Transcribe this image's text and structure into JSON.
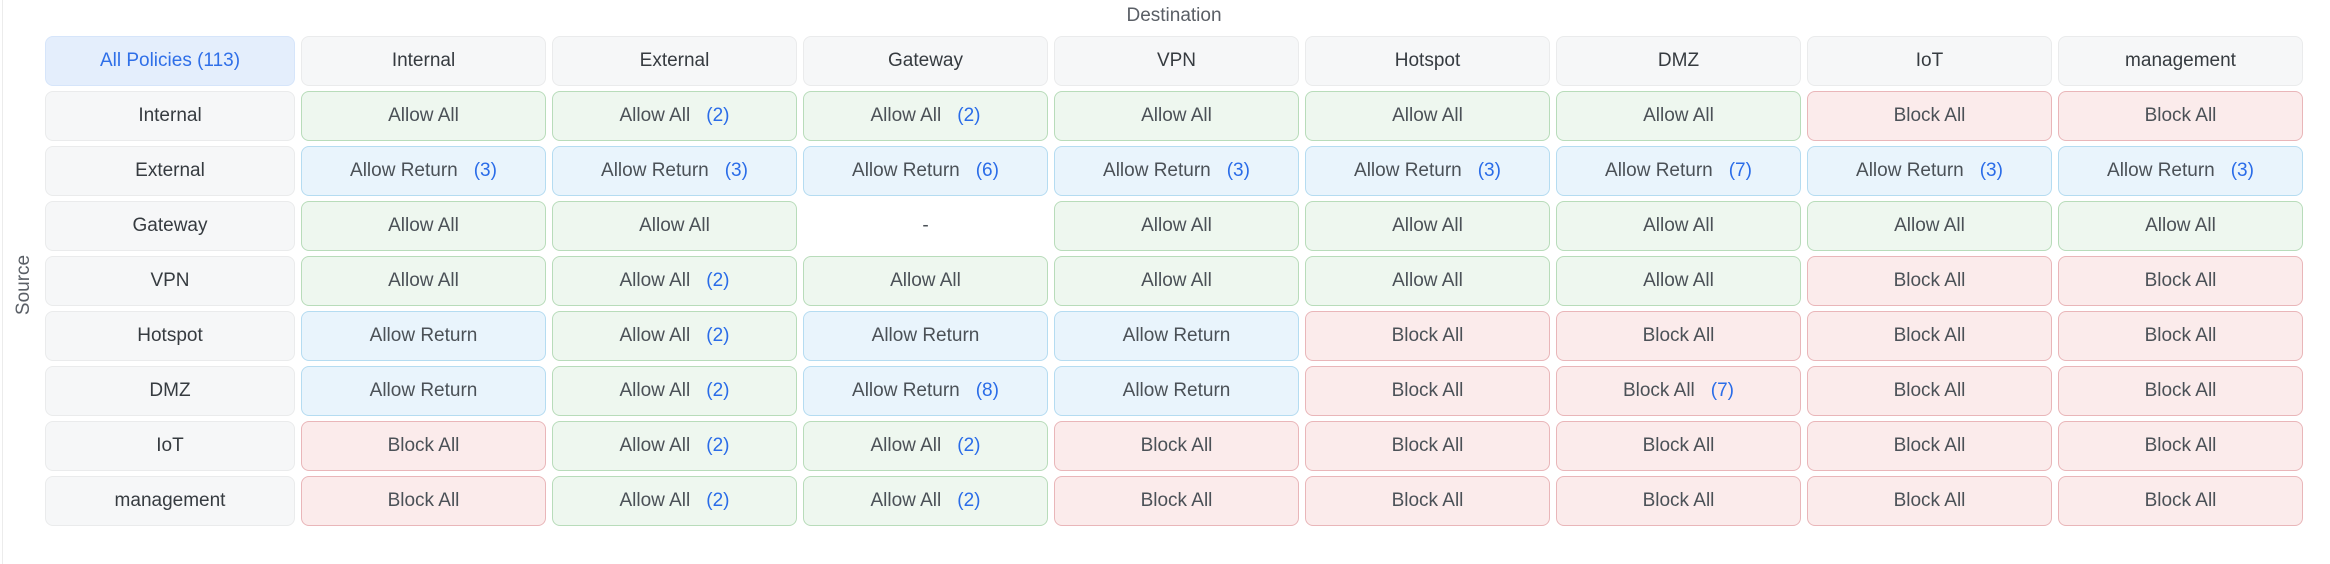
{
  "page": {
    "destination_axis_label": "Destination",
    "source_axis_label": "Source"
  },
  "matrix": {
    "corner": {
      "label": "All Policies (113)"
    },
    "columns": [
      "Internal",
      "External",
      "Gateway",
      "VPN",
      "Hotspot",
      "DMZ",
      "IoT",
      "management"
    ],
    "rows": [
      {
        "source": "Internal",
        "cells": [
          {
            "label": "Allow All",
            "type": "allow",
            "count": ""
          },
          {
            "label": "Allow All",
            "type": "allow",
            "count": "(2)"
          },
          {
            "label": "Allow All",
            "type": "allow",
            "count": "(2)"
          },
          {
            "label": "Allow All",
            "type": "allow",
            "count": ""
          },
          {
            "label": "Allow All",
            "type": "allow",
            "count": ""
          },
          {
            "label": "Allow All",
            "type": "allow",
            "count": ""
          },
          {
            "label": "Block All",
            "type": "block",
            "count": ""
          },
          {
            "label": "Block All",
            "type": "block",
            "count": ""
          }
        ]
      },
      {
        "source": "External",
        "cells": [
          {
            "label": "Allow Return",
            "type": "return",
            "count": "(3)"
          },
          {
            "label": "Allow Return",
            "type": "return",
            "count": "(3)"
          },
          {
            "label": "Allow Return",
            "type": "return",
            "count": "(6)"
          },
          {
            "label": "Allow Return",
            "type": "return",
            "count": "(3)"
          },
          {
            "label": "Allow Return",
            "type": "return",
            "count": "(3)"
          },
          {
            "label": "Allow Return",
            "type": "return",
            "count": "(7)"
          },
          {
            "label": "Allow Return",
            "type": "return",
            "count": "(3)"
          },
          {
            "label": "Allow Return",
            "type": "return",
            "count": "(3)"
          }
        ]
      },
      {
        "source": "Gateway",
        "cells": [
          {
            "label": "Allow All",
            "type": "allow",
            "count": ""
          },
          {
            "label": "Allow All",
            "type": "allow",
            "count": ""
          },
          {
            "label": "-",
            "type": "none",
            "count": ""
          },
          {
            "label": "Allow All",
            "type": "allow",
            "count": ""
          },
          {
            "label": "Allow All",
            "type": "allow",
            "count": ""
          },
          {
            "label": "Allow All",
            "type": "allow",
            "count": ""
          },
          {
            "label": "Allow All",
            "type": "allow",
            "count": ""
          },
          {
            "label": "Allow All",
            "type": "allow",
            "count": ""
          }
        ]
      },
      {
        "source": "VPN",
        "cells": [
          {
            "label": "Allow All",
            "type": "allow",
            "count": ""
          },
          {
            "label": "Allow All",
            "type": "allow",
            "count": "(2)"
          },
          {
            "label": "Allow All",
            "type": "allow",
            "count": ""
          },
          {
            "label": "Allow All",
            "type": "allow",
            "count": ""
          },
          {
            "label": "Allow All",
            "type": "allow",
            "count": ""
          },
          {
            "label": "Allow All",
            "type": "allow",
            "count": ""
          },
          {
            "label": "Block All",
            "type": "block",
            "count": ""
          },
          {
            "label": "Block All",
            "type": "block",
            "count": ""
          }
        ]
      },
      {
        "source": "Hotspot",
        "cells": [
          {
            "label": "Allow Return",
            "type": "return",
            "count": ""
          },
          {
            "label": "Allow All",
            "type": "allow",
            "count": "(2)"
          },
          {
            "label": "Allow Return",
            "type": "return",
            "count": ""
          },
          {
            "label": "Allow Return",
            "type": "return",
            "count": ""
          },
          {
            "label": "Block All",
            "type": "block",
            "count": ""
          },
          {
            "label": "Block All",
            "type": "block",
            "count": ""
          },
          {
            "label": "Block All",
            "type": "block",
            "count": ""
          },
          {
            "label": "Block All",
            "type": "block",
            "count": ""
          }
        ]
      },
      {
        "source": "DMZ",
        "cells": [
          {
            "label": "Allow Return",
            "type": "return",
            "count": ""
          },
          {
            "label": "Allow All",
            "type": "allow",
            "count": "(2)"
          },
          {
            "label": "Allow Return",
            "type": "return",
            "count": "(8)"
          },
          {
            "label": "Allow Return",
            "type": "return",
            "count": ""
          },
          {
            "label": "Block All",
            "type": "block",
            "count": ""
          },
          {
            "label": "Block All",
            "type": "block",
            "count": "(7)"
          },
          {
            "label": "Block All",
            "type": "block",
            "count": ""
          },
          {
            "label": "Block All",
            "type": "block",
            "count": ""
          }
        ]
      },
      {
        "source": "IoT",
        "cells": [
          {
            "label": "Block All",
            "type": "block",
            "count": ""
          },
          {
            "label": "Allow All",
            "type": "allow",
            "count": "(2)"
          },
          {
            "label": "Allow All",
            "type": "allow",
            "count": "(2)"
          },
          {
            "label": "Block All",
            "type": "block",
            "count": ""
          },
          {
            "label": "Block All",
            "type": "block",
            "count": ""
          },
          {
            "label": "Block All",
            "type": "block",
            "count": ""
          },
          {
            "label": "Block All",
            "type": "block",
            "count": ""
          },
          {
            "label": "Block All",
            "type": "block",
            "count": ""
          }
        ]
      },
      {
        "source": "management",
        "cells": [
          {
            "label": "Block All",
            "type": "block",
            "count": ""
          },
          {
            "label": "Allow All",
            "type": "allow",
            "count": "(2)"
          },
          {
            "label": "Allow All",
            "type": "allow",
            "count": "(2)"
          },
          {
            "label": "Block All",
            "type": "block",
            "count": ""
          },
          {
            "label": "Block All",
            "type": "block",
            "count": ""
          },
          {
            "label": "Block All",
            "type": "block",
            "count": ""
          },
          {
            "label": "Block All",
            "type": "block",
            "count": ""
          },
          {
            "label": "Block All",
            "type": "block",
            "count": ""
          }
        ]
      }
    ]
  },
  "colors": {
    "allow_bg": "#eef7ef",
    "allow_border": "#b8dcba",
    "return_bg": "#e9f4fc",
    "return_border": "#b5dcf1",
    "block_bg": "#fbebeb",
    "block_border": "#e9b6b9",
    "count_text": "#2a6ce8",
    "corner_bg": "#e4eefc",
    "corner_border": "#d6e5fa",
    "corner_text": "#2f6fe8",
    "header_bg": "#f6f7f8",
    "header_border": "#eaebec",
    "cell_text": "#4b5157",
    "axis_text": "#5a5f66"
  }
}
